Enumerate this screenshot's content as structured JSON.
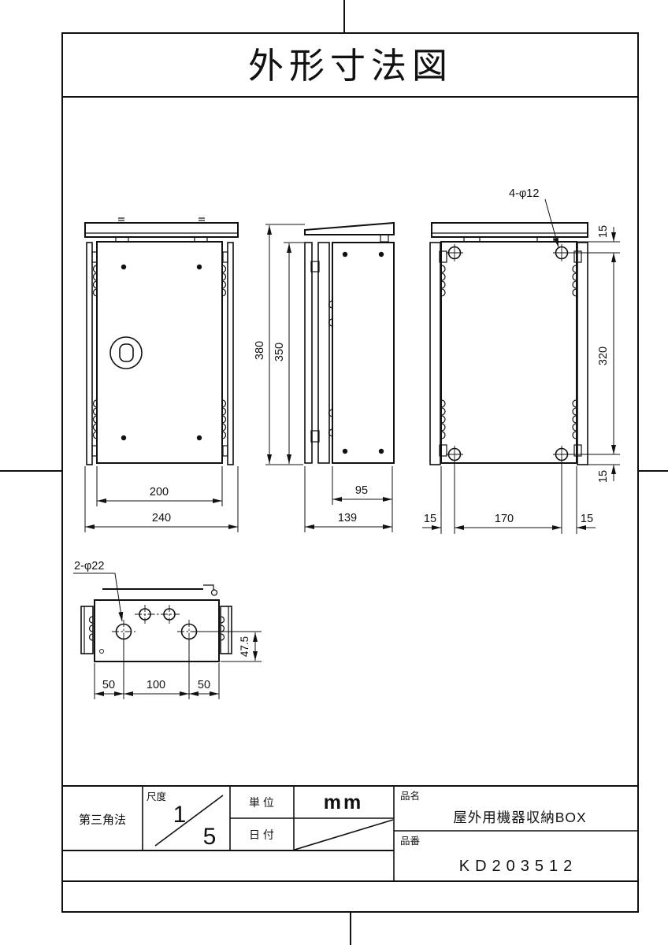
{
  "sheet": {
    "title": "外形寸法図"
  },
  "front_view": {
    "dim_inner_width": "200",
    "dim_outer_width": "240"
  },
  "side_view": {
    "dim_overall_height": "380",
    "dim_body_height": "350",
    "dim_body_depth": "95",
    "dim_overall_depth": "139"
  },
  "back_view": {
    "hole_callout": "4-φ12",
    "dim_top_margin": "15",
    "dim_hole_pitch_vertical": "320",
    "dim_bottom_margin": "15",
    "dim_left_margin": "15",
    "dim_hole_pitch_horizontal": "170",
    "dim_right_margin": "15"
  },
  "bottom_view": {
    "hole_callout": "2-φ22",
    "dim_hole_to_edge": "47.5",
    "dim_left": "50",
    "dim_hole_pitch": "100",
    "dim_right": "50"
  },
  "title_block": {
    "projection_method": "第三角法",
    "scale_label": "尺度",
    "scale_numerator": "1",
    "scale_denominator": "5",
    "unit_label": "単 位",
    "unit_value": "mm",
    "date_label": "日 付",
    "product_name_label": "品名",
    "product_name": "屋外用機器収納BOX",
    "part_number_label": "品番",
    "part_number": "KD203512"
  }
}
